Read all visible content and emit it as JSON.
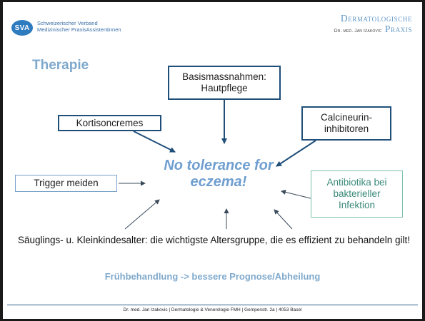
{
  "header": {
    "logo_text": "SVA",
    "org_line1": "Schweizerischer Verband",
    "org_line2": "Medizinischer PraxisAssistentinnen",
    "practice_line1": "Dermatologische",
    "practice_line2": "Praxis",
    "practice_owner": "Dr. med. Jan Izakovic"
  },
  "title": "Therapie",
  "boxes": {
    "basis_line1": "Basismassnahmen:",
    "basis_line2": "Hautpflege",
    "kortison": "Kortisoncremes",
    "calci_line1": "Calcineurin-",
    "calci_line2": "inhibitoren",
    "trigger": "Trigger meiden",
    "antibio_line1": "Antibiotika bei",
    "antibio_line2": "bakterieller",
    "antibio_line3": "Infektion"
  },
  "center_line1": "No tolerance for",
  "center_line2": "eczema!",
  "main_text": "Säuglings- u. Kleinkindesalter: die wichtigste Altersgruppe, die es effizient zu behandeln gilt!",
  "sub_text": "Frühbehandlung -> bessere Prognose/Abheilung",
  "footer": "Dr. med. Jan Izakovic | Dermatologie & Venerologie FMH | Gempenstr. 2a | 4053 Basel",
  "colors": {
    "title": "#7fa9cc",
    "box_border": "#1f4e79",
    "center_text": "#6f9ed0",
    "antibio": "#3a8a7a"
  }
}
